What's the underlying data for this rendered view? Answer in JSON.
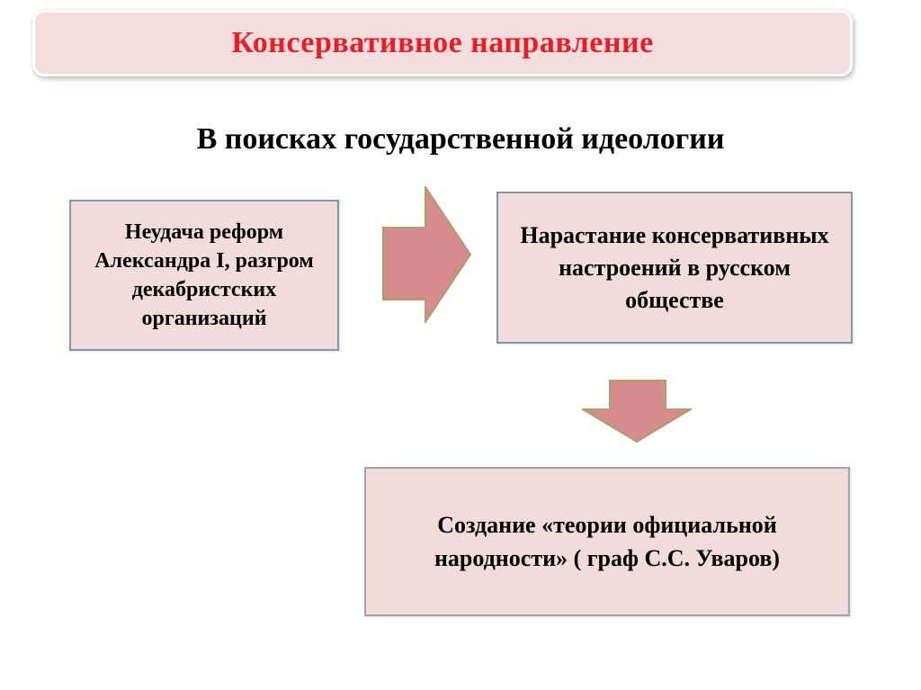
{
  "slide": {
    "banner": {
      "label": "Консервативное направление"
    },
    "title": "В поисках государственной идеологии",
    "boxes": {
      "cause": "Неудача реформ Александра I, разгром декабристских организаций",
      "effect": "Нарастание консервативных настроений в русском обществе",
      "result": "Создание «теории официальной народности» ( граф С.С. Уваров)"
    },
    "icons": {
      "right_arrow": "right-block-arrow",
      "down_arrow": "down-block-arrow"
    },
    "colors": {
      "banner_bg": "#f4dddd",
      "banner_text": "#ed1c24",
      "title_text": "#000000",
      "box_bg": "#f2dcdb",
      "box_border": "#8496a9",
      "result_box_border": "#a9a0ab",
      "arrow_fill": "#d68b8d",
      "arrow_stroke": "#ab9f6b"
    }
  }
}
